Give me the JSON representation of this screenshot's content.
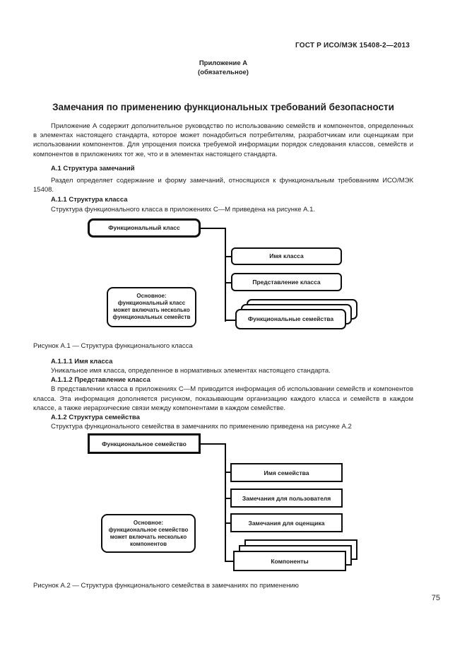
{
  "page": {
    "header": "ГОСТ Р ИСО/МЭК 15408-2—2013",
    "annex_title": "Приложение А",
    "annex_kind": "(обязательное)",
    "title": "Замечания по применению функциональных требований безопасности",
    "page_number": "75"
  },
  "sections": {
    "intro": "Приложение А содержит дополнительное руководство по использованию семейств и компонентов, определенных в элементах настоящего стандарта, которое может понадобиться потребителям, разработчикам или оценщикам при использовании компонентов. Для упрощения поиска требуемой информации порядок следования классов, семейств и компонентов в приложениях тот же, что и в элементах настоящего стандарта.",
    "h_a1": "А.1 Структура замечаний",
    "p_a1": "Раздел определяет содержание и форму замечаний, относящихся к функциональным требованиям ИСО/МЭК 15408.",
    "h_a11": "А.1.1 Структура класса",
    "p_a11": "Структура функционального класса в приложениях С—М приведена на рисунке А.1.",
    "h_a111": "А.1.1.1 Имя класса",
    "p_a111": "Уникальное имя класса, определенное в нормативных элементах настоящего стандарта.",
    "h_a112": "А.1.1.2 Представление класса",
    "p_a112": "В представлении класса в приложениях С—М приводится информация об использовании семейств и компонентов класса. Эта информация дополняется рисунком, показывающим организацию каждого класса и семейств в каждом классе, а также иерархические связи между компонентами в каждом семействе.",
    "h_a12": "А.1.2 Структура семейства",
    "p_a12": "Структура функционального семейства в замечаниях по применению приведена на рисунке А.2"
  },
  "figure_a1": {
    "caption": "Рисунок А.1 — Структура функционального класса",
    "class_box": "Функциональный класс",
    "name_box": "Имя класса",
    "presentation_box": "Представление класса",
    "families_box": "Функциональные семейства",
    "note_label": "Основное:",
    "note_text": "функциональный класс может включать несколько функциональных семейств"
  },
  "figure_a2": {
    "caption": "Рисунок А.2 — Структура функционального семейства в замечаниях по применению",
    "family_box": "Функциональное семейство",
    "name_box": "Имя семейства",
    "user_notes_box": "Замечания для пользователя",
    "evaluator_notes_box": "Замечания для оценщика",
    "components_box": "Компоненты",
    "note_label": "Основное:",
    "note_text": "функциональное семейство может включать несколько компонентов"
  }
}
